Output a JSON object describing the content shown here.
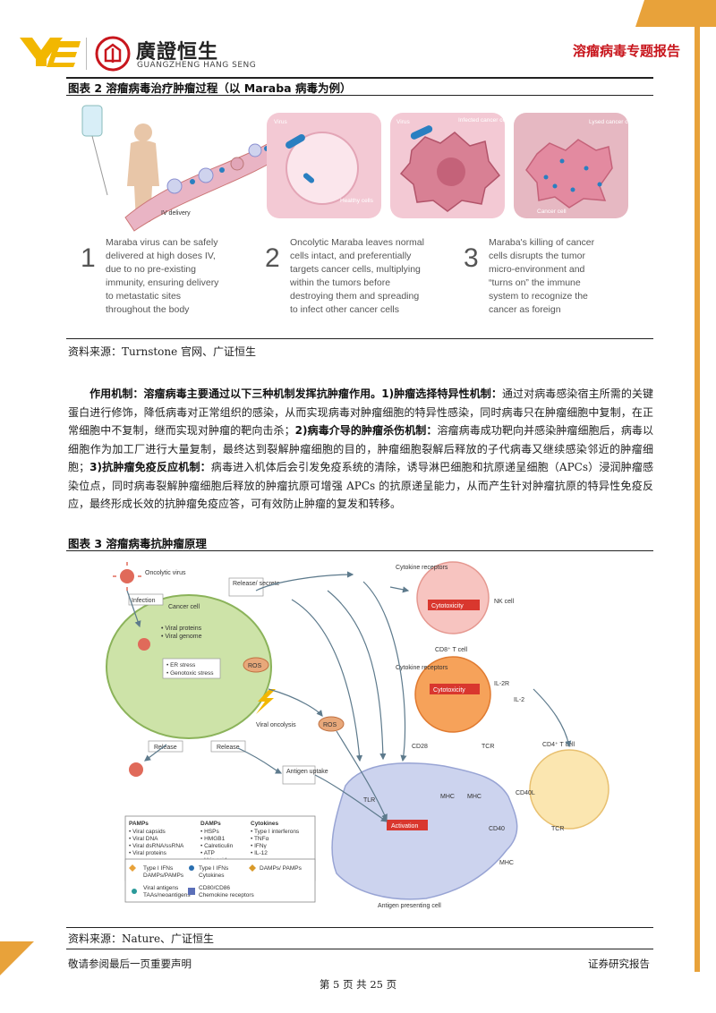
{
  "header": {
    "brand_cn": "廣證恒生",
    "brand_en": "GUANGZHENG HANG SENG",
    "report_type": "溶瘤病毒专题报告"
  },
  "figure2": {
    "title": "图表 2 溶瘤病毒治疗肿瘤过程（以 Maraba 病毒为例）",
    "panel_labels": [
      "IV delivery",
      "Virus",
      "Healthy cells",
      "Virus",
      "Infected cancer cell",
      "Lysed cancer cell",
      "Cancer cell"
    ],
    "steps": [
      {
        "num": "1",
        "lines": [
          "Maraba virus can be safely",
          "delivered at high doses IV,",
          "due to no pre-existing",
          "immunity, ensuring delivery",
          "to metastatic sites",
          "throughout the body"
        ]
      },
      {
        "num": "2",
        "lines": [
          "Oncolytic Maraba leaves normal",
          "cells intact, and preferentially",
          "targets cancer cells, multiplying",
          "within the tumors before",
          "destroying them and spreading",
          "to infect other cancer cells"
        ]
      },
      {
        "num": "3",
        "lines": [
          "Maraba's killing of cancer",
          "cells disrupts the tumor",
          "micro-environment and",
          "“turns on” the immune",
          "system to recognize the",
          "cancer as foreign"
        ]
      }
    ],
    "source": "资料来源：Turnstone 官网、广证恒生"
  },
  "body": {
    "lead": "作用机制：溶瘤病毒主要通过以下三种机制发挥抗肿瘤作用。",
    "m1_title": "1)肿瘤选择特异性机制：",
    "m1_text": "通过对病毒感染宿主所需的关键蛋白进行修饰，降低病毒对正常组织的感染，从而实现病毒对肿瘤细胞的特异性感染，同时病毒只在肿瘤细胞中复制，在正常细胞中不复制，继而实现对肿瘤的靶向击杀；",
    "m2_title": "2)病毒介导的肿瘤杀伤机制：",
    "m2_text": "溶瘤病毒成功靶向并感染肿瘤细胞后，病毒以细胞作为加工厂进行大量复制，最终达到裂解肿瘤细胞的目的，肿瘤细胞裂解后释放的子代病毒又继续感染邻近的肿瘤细胞；",
    "m3_title": "3)抗肿瘤免疫反应机制：",
    "m3_text": "病毒进入机体后会引发免疫系统的清除，诱导淋巴细胞和抗原递呈细胞（APCs）浸润肿瘤感染位点，同时病毒裂解肿瘤细胞后释放的肿瘤抗原可增强 APCs 的抗原递呈能力，从而产生针对肿瘤抗原的特异性免疫反应，最终形成长效的抗肿瘤免疫应答，可有效防止肿瘤的复发和转移。"
  },
  "figure3": {
    "title": "图表 3 溶瘤病毒抗肿瘤原理",
    "labels": {
      "oncolytic_virus": "Oncolytic virus",
      "infection": "Infection",
      "cancer_cell": "Cancer cell",
      "release_secrete": "Release/ secrete",
      "viral_proteins": "• Viral proteins",
      "viral_genome": "• Viral genome",
      "er_stress": "• ER stress",
      "genotoxic": "• Genotoxic stress",
      "ros": "ROS",
      "viral_oncolysis": "Viral oncolysis",
      "release": "Release",
      "antigen_uptake": "Antigen uptake",
      "cytokine_receptors": "Cytokine receptors",
      "nk_cell": "NK cell",
      "cytotoxicity": "Cytotoxicity",
      "cd8": "CD8⁺ T cell",
      "il2r": "IL-2R",
      "il2": "IL-2",
      "cd28": "CD28",
      "tcr": "TCR",
      "cd4": "CD4⁺ T cell",
      "tlr": "TLR",
      "mhc": "MHC",
      "activation": "Activation",
      "cd40l": "CD40L",
      "cd40": "CD40",
      "apc": "Antigen presenting cell"
    },
    "legend_cols": [
      {
        "head": "PAMPs",
        "items": [
          "• Viral capsids",
          "• Viral DNA",
          "• Viral dsRNA/ssRNA",
          "• Viral proteins"
        ]
      },
      {
        "head": "DAMPs",
        "items": [
          "• HSPs",
          "• HMGB1",
          "• Calreticulin",
          "• ATP",
          "• Uric acid"
        ]
      },
      {
        "head": "Cytokines",
        "items": [
          "• Type I interferons",
          "• TNFα",
          "• IFNγ",
          "• IL-12"
        ]
      }
    ],
    "key_items": [
      "Type I IFNs",
      "DAMPs/PAMPs",
      "Type I IFNs",
      "Cytokines",
      "DAMPs/ PAMPs",
      "Viral antigens",
      "TAAs/neoantigens",
      "CD80/CD86",
      "Chemokine receptors"
    ],
    "source": "资料来源：Nature、广证恒生"
  },
  "footer": {
    "left": "敬请参阅最后一页重要声明",
    "right": "证券研究报告",
    "page": "第 5 页 共 25 页"
  },
  "colors": {
    "brand_red": "#c8161d",
    "brand_orange": "#e8a23a",
    "logo_yellow": "#f2b700"
  }
}
